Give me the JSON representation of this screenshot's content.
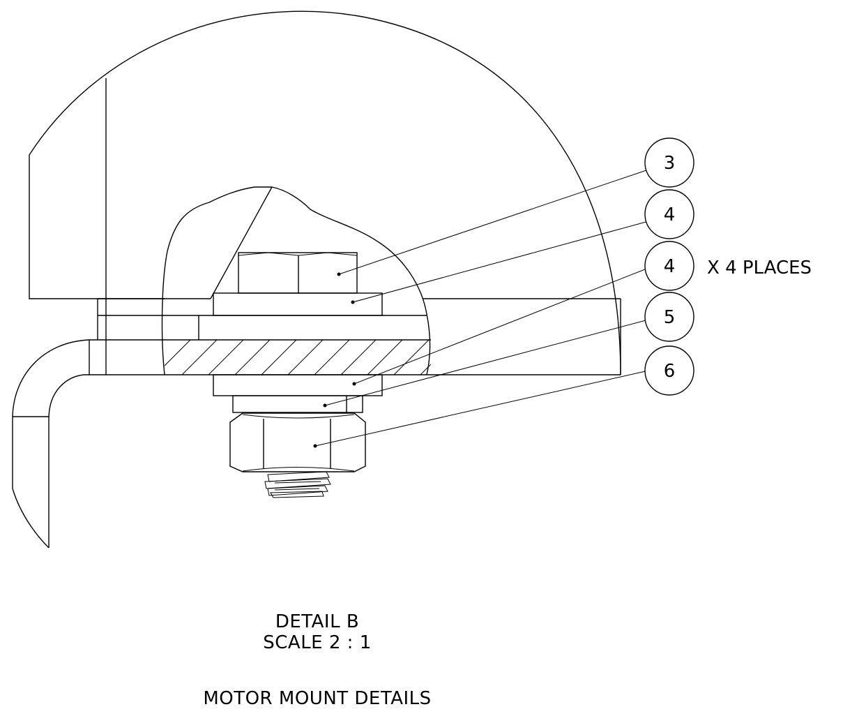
{
  "balloons": [
    {
      "label": "3"
    },
    {
      "label": "4"
    },
    {
      "label": "4"
    },
    {
      "label": "5"
    },
    {
      "label": "6"
    }
  ],
  "note": "X 4 PLACES",
  "detail_title": "DETAIL B",
  "detail_scale": "SCALE 2 : 1",
  "caption": "MOTOR MOUNT DETAILS"
}
